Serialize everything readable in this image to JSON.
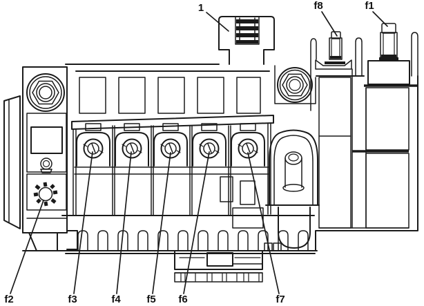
{
  "diagram": {
    "callouts": {
      "part1": "1",
      "f8": "f8",
      "f1": "f1",
      "f2": "f2",
      "f3": "f3",
      "f4": "f4",
      "f5": "f5",
      "f6": "f6",
      "f7": "f7"
    },
    "colors": {
      "line": "#1a1a1a",
      "background": "#ffffff"
    }
  }
}
